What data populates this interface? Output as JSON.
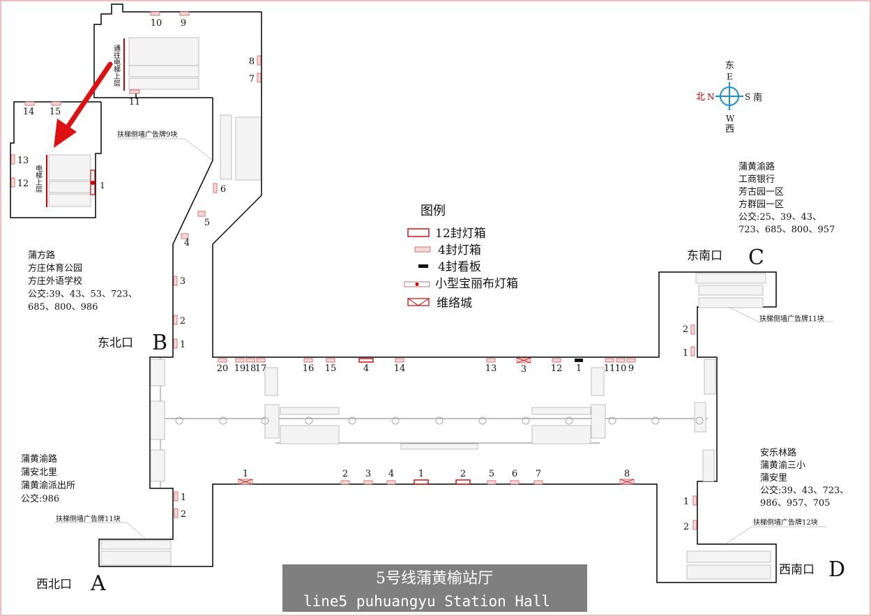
{
  "title": {
    "cn": "5号线蒲黄榆站厅",
    "en": "line5 puhuangyu Station Hall"
  },
  "compass": {
    "east": "东",
    "east_letter": "E",
    "north": "北",
    "north_letter": "N",
    "south": "南",
    "south_letter": "S",
    "west": "西",
    "west_letter": "W",
    "north_color": "#c00000",
    "ring_color": "#1a8fd6"
  },
  "legend": {
    "title": "图例",
    "items": [
      {
        "label": "12封灯箱"
      },
      {
        "label": "4封灯箱"
      },
      {
        "label": "4封看板"
      },
      {
        "label": "小型宝丽布灯箱"
      },
      {
        "label": "维络城"
      }
    ]
  },
  "exits": {
    "a": {
      "name": "西北口",
      "letter": "A"
    },
    "b": {
      "name": "东北口",
      "letter": "B"
    },
    "c": {
      "name": "东南口",
      "letter": "C"
    },
    "d": {
      "name": "西南口",
      "letter": "D"
    }
  },
  "info_blocks": {
    "c": [
      "蒲黄渝路",
      "工商银行",
      "芳古园一区",
      "方群园一区",
      "公交:25、39、43、",
      "723、685、800、957"
    ],
    "b": [
      "蒲方路",
      "方庄体育公园",
      "方庄外语学校",
      "公交:39、43、53、723、",
      "685、800、986"
    ],
    "a": [
      "蒲黄渝路",
      "蒲安北里",
      "蒲黄渝派出所",
      "公交:986"
    ],
    "d": [
      "安乐林路",
      "蒲黄渝三小",
      "蒲安里",
      "公交:39、43、723、",
      "986、957、705"
    ]
  },
  "notes": {
    "elevator_upper_vertical": "通往电梯上层",
    "elevator_vertical": "电梯上层",
    "esc_9": "扶梯侧墙广告牌9块",
    "esc_11_c": "扶梯侧墙广告牌11块",
    "esc_11_a": "扶梯侧墙广告牌11块",
    "esc_12_d": "扶梯侧墙广告牌12块"
  },
  "ad_labels": {
    "n10": "10",
    "n9": "9",
    "n8": "8",
    "n7": "7",
    "n11": "11",
    "n14": "14",
    "n15": "15",
    "n13": "13",
    "n12": "12",
    "n1_elev": "1",
    "n6": "6",
    "n5": "5",
    "n4": "4",
    "n3": "3",
    "n2": "2",
    "n1": "1",
    "top_row": [
      "20",
      "19",
      "18",
      "17",
      "16",
      "15",
      "4",
      "14",
      "13",
      "3",
      "12",
      "1",
      "11",
      "10",
      "9"
    ],
    "bottom_row": [
      "1",
      "2",
      "3",
      "4",
      "1",
      "2",
      "5",
      "6",
      "7",
      "8"
    ],
    "c_side": [
      "2",
      "1"
    ],
    "d_side": [
      "1",
      "2"
    ],
    "a_side": [
      "1",
      "2"
    ]
  },
  "arrow_color": "#dd1111"
}
